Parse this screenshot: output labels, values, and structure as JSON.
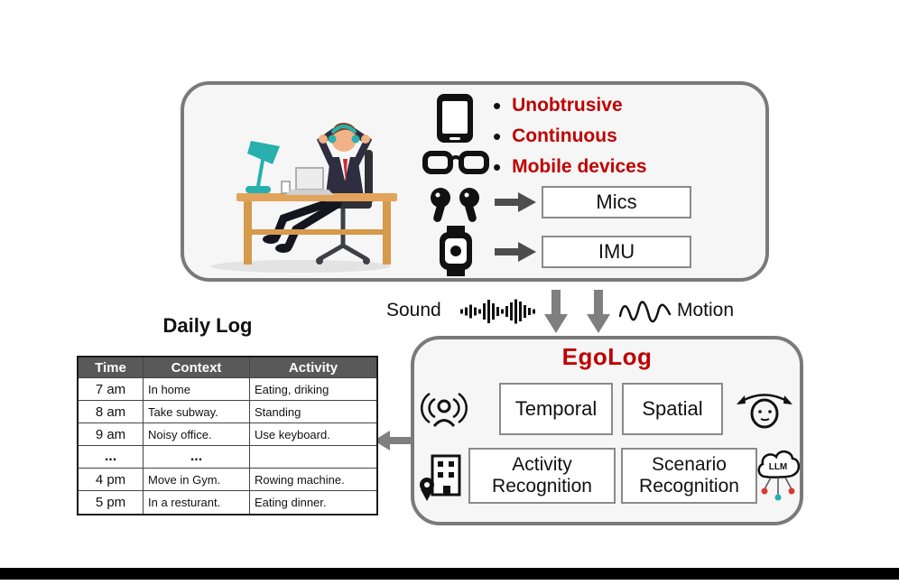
{
  "colors": {
    "accent_red": "#c00000",
    "panel_border_gray": "#7a7a7a",
    "table_header_bg": "#595959",
    "arrow_gray": "#7f7f7f"
  },
  "icons": {
    "bullet": "•"
  },
  "device_panel": {
    "bullets": [
      "Unobtrusive",
      "Continuous",
      "Mobile devices"
    ],
    "sensor_outputs": [
      {
        "label": "Mics"
      },
      {
        "label": "IMU"
      }
    ]
  },
  "signals": {
    "sound_label": "Sound",
    "motion_label": "Motion"
  },
  "egolog": {
    "title": "EgoLog",
    "modules": [
      {
        "label": "Temporal"
      },
      {
        "label": "Spatial"
      },
      {
        "label": "Activity Recognition"
      },
      {
        "label": "Scenario Recognition"
      }
    ],
    "llm_label": "LLM"
  },
  "daily_log": {
    "title": "Daily Log",
    "columns": [
      "Time",
      "Context",
      "Activity"
    ],
    "rows": [
      {
        "time": "7 am",
        "context": "In home",
        "activity": "Eating, driking"
      },
      {
        "time": "8 am",
        "context": "Take subway.",
        "activity": "Standing"
      },
      {
        "time": "9 am",
        "context": "Noisy office.",
        "activity": "Use keyboard."
      },
      {
        "time": "...",
        "context": "...",
        "activity": ""
      },
      {
        "time": "4 pm",
        "context": "Move in Gym.",
        "activity": "Rowing machine."
      },
      {
        "time": "5 pm",
        "context": "In a resturant.",
        "activity": "Eating dinner."
      }
    ]
  }
}
